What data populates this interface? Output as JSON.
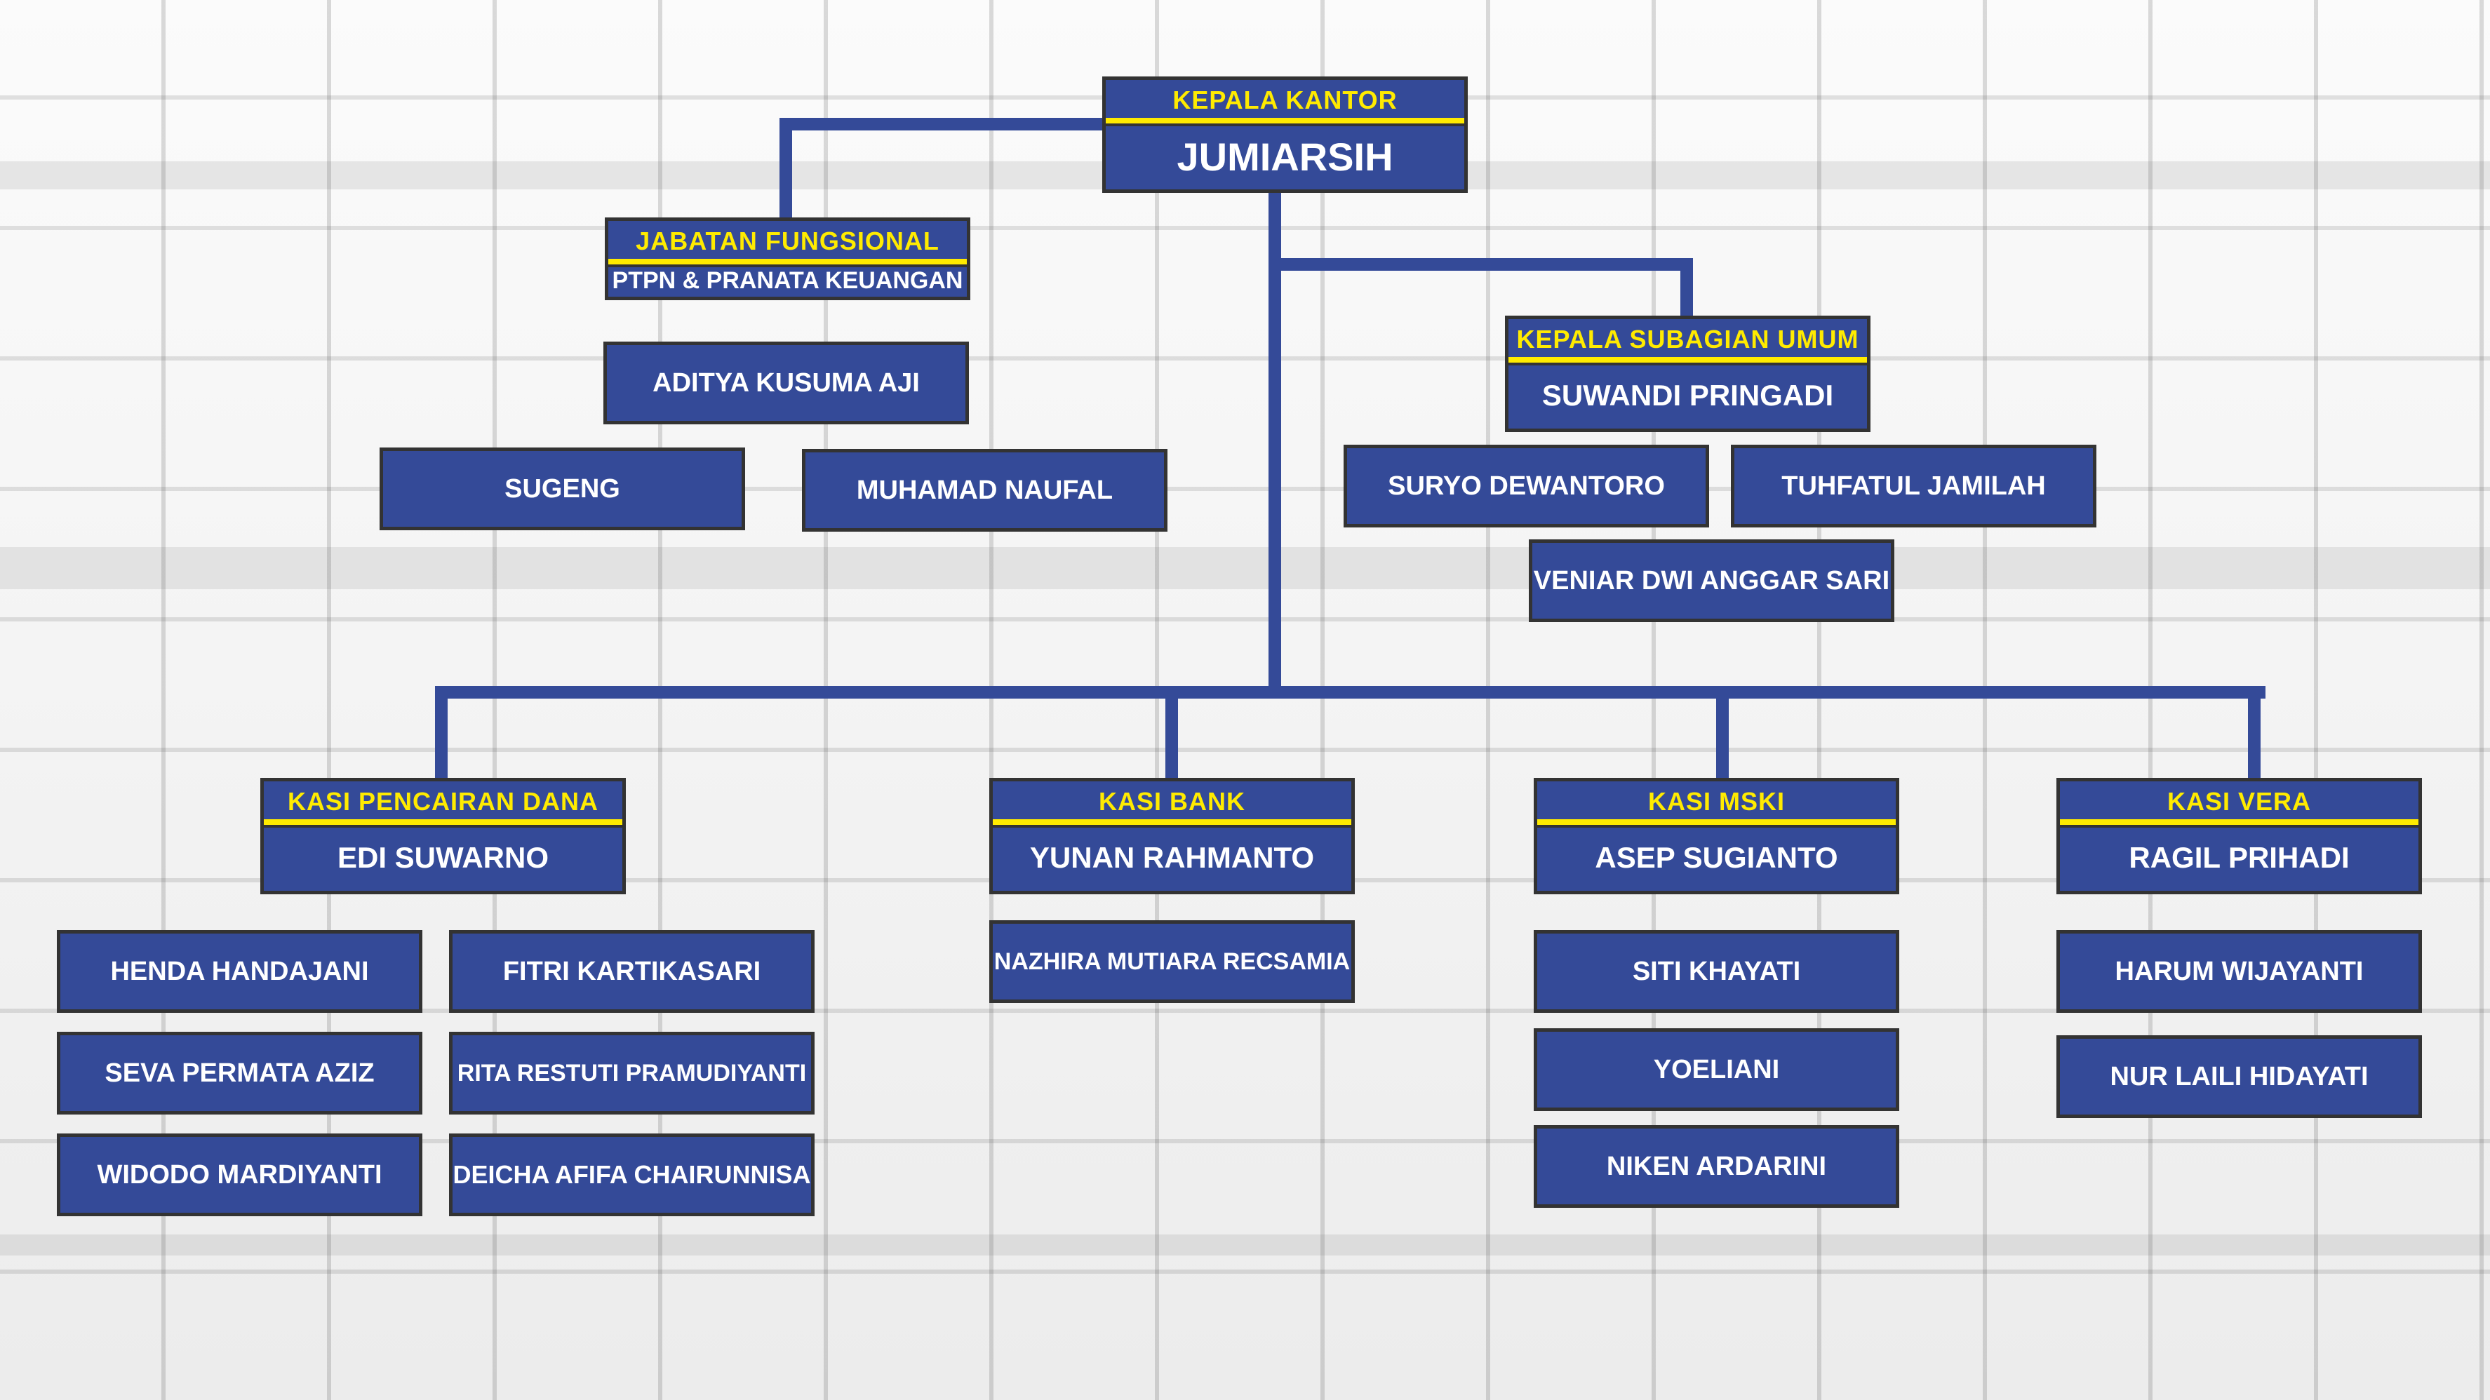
{
  "colors": {
    "box": "#344a98",
    "accent": "#ffeb00",
    "line": "#344a98"
  },
  "head": {
    "title": "KEPALA KANTOR",
    "name": "JUMIARSIH"
  },
  "fungsional": {
    "title": "JABATAN FUNGSIONAL",
    "subtitle": "PTPN & PRANATA KEUANGAN",
    "staff": [
      "ADITYA KUSUMA AJI",
      "SUGENG",
      "MUHAMAD NAUFAL"
    ]
  },
  "subagian": {
    "title": "KEPALA SUBAGIAN UMUM",
    "name": "SUWANDI PRINGADI",
    "staff": [
      "SURYO DEWANTORO",
      "TUHFATUL JAMILAH",
      "VENIAR DWI ANGGAR SARI"
    ]
  },
  "sections": [
    {
      "title": "KASI PENCAIRAN DANA",
      "name": "EDI SUWARNO",
      "staff": [
        "HENDA HANDAJANI",
        "FITRI KARTIKASARI",
        "SEVA PERMATA AZIZ",
        "RITA RESTUTI PRAMUDIYANTI",
        "WIDODO MARDIYANTI",
        "DEICHA AFIFA CHAIRUNNISA"
      ]
    },
    {
      "title": "KASI BANK",
      "name": "YUNAN RAHMANTO",
      "staff": [
        "NAZHIRA MUTIARA RECSAMIA"
      ]
    },
    {
      "title": "KASI MSKI",
      "name": "ASEP SUGIANTO",
      "staff": [
        "SITI KHAYATI",
        "YOELIANI",
        "NIKEN ARDARINI"
      ]
    },
    {
      "title": "KASI VERA",
      "name": "RAGIL PRIHADI",
      "staff": [
        "HARUM WIJAYANTI",
        "NUR LAILI HIDAYATI"
      ]
    }
  ]
}
